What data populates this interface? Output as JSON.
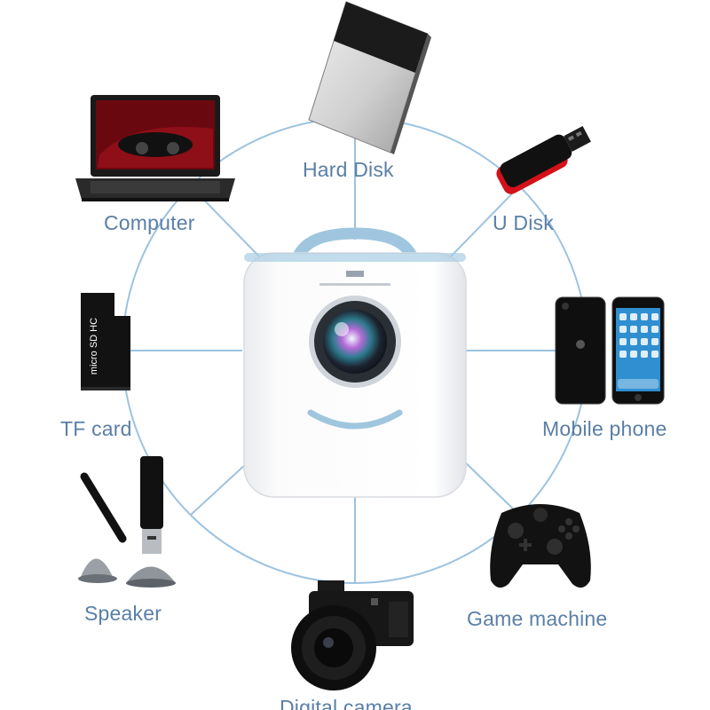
{
  "center_device": "projector",
  "accent_color": "#9cc3e0",
  "label_color": "#5a7fa6",
  "connections": [
    {
      "id": "hard-disk",
      "label": "Hard Disk",
      "icon": "hard-disk-icon"
    },
    {
      "id": "u-disk",
      "label": "U Disk",
      "icon": "usb-drive-icon"
    },
    {
      "id": "computer",
      "label": "Computer",
      "icon": "laptop-icon"
    },
    {
      "id": "tf-card",
      "label": "TF card",
      "icon": "micro-sd-card-icon"
    },
    {
      "id": "mobile-phone",
      "label": "Mobile phone",
      "icon": "smartphone-icon"
    },
    {
      "id": "speaker",
      "label": "Speaker",
      "icon": "speaker-icon"
    },
    {
      "id": "game-machine",
      "label": "Game machine",
      "icon": "gamepad-icon"
    },
    {
      "id": "digital-camera",
      "label": "Digital camera",
      "icon": "camera-icon"
    }
  ],
  "sd_card_text": "micro SD HC"
}
